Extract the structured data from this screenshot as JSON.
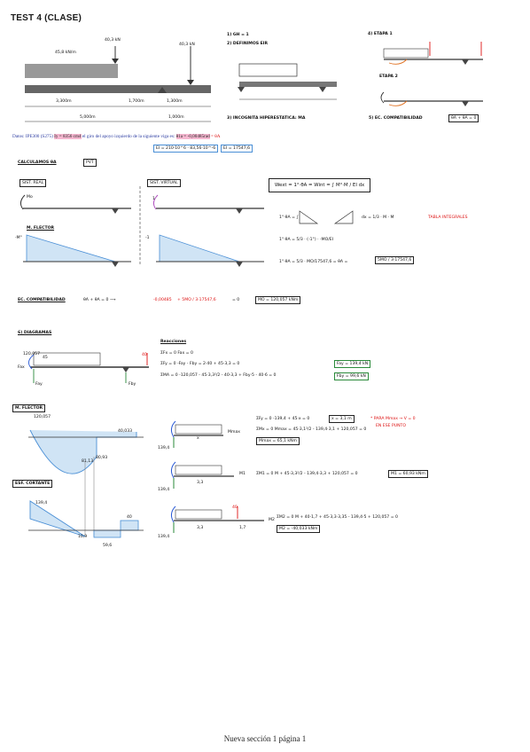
{
  "header": {
    "title": "TEST 4 (CLASE)"
  },
  "beam_top": {
    "load_dist": "45,8 kN/m",
    "load_p1": "40,3 kN",
    "load_p2": "40,3 kN",
    "span_a": "3,300m",
    "span_b": "1,700m",
    "span_c": "1,300m",
    "total": "5,000m",
    "total_b": "1,000m"
  },
  "steps": {
    "s1": "1) GH = 1",
    "s2": "2) DEFINIMOS EIR",
    "s3": "3) INCOGNITA HIPERESTATICA: MA",
    "s4": "4) ETAPA 1",
    "s4b": "ETAPA 2",
    "s5": "5) EC. COMPATIBILIDAD",
    "s5_eq": "θA + θA = 0"
  },
  "datos": {
    "prefix": "Datos: IPE300 (S275)",
    "hl1": "Iy = 8356 cm4",
    "mid": "el giro del apoyo izquierdo de la siguiente viga es:",
    "hl2": "θ1a = -0,00485rad",
    "suffix": "= θA",
    "ei": "EI = 210·10^6 · 83,56·10^-6",
    "ei_val": "EI = 17547,6"
  },
  "calc": {
    "label": "CALCULAMOS θA",
    "pvt": "PVT",
    "sist_real": "SIST. REAL",
    "sist_virtual": "SIST. VIRTUAL",
    "mo": "Mo",
    "one": "1",
    "m_flector": "M. FLECTOR",
    "m_neg": "-M°",
    "one_neg": "-1",
    "wext": "Wext = 1°·θA = Wint = ∫ M°·M / EI dx",
    "eq1": "1°·θA = ∫",
    "eq1b": "dx = 1/3 · M · M",
    "tabla": "TABLA INTEGRALES",
    "eq2": "1°·θA = 5/3 · (-1°) · -MO/EI",
    "eq3": "1°·θA = 5/3 · MO/17547,6 = θA =",
    "eq3_res": "5MO / 3·17547,6"
  },
  "compat": {
    "label": "EC. COMPATIBILIDAD",
    "eq": "θA + θA = 0 ⟶",
    "term1": "-0,00485",
    "term2": "+ 5MO / 3·17547,6",
    "end": "= 0",
    "result": "MO = 120,057 kNm"
  },
  "diagramas": {
    "label": "6) DIAGRAMAS",
    "m0": "120,057",
    "load": "45",
    "p40": "40",
    "fax": "Fax",
    "fay": "Fay",
    "fby": "Fby",
    "reacciones": "Reacciones",
    "r1": "ΣFx = 0      Fax = 0",
    "r2": "ΣFy = 0      -Fay - Fby = 2·40 + 45·3,3 = 0",
    "r3": "ΣMA = 0      -120,057 - 45·3,3²/2 - 40·3,3 + Fby·5 - 40·6 = 0",
    "res1": "Fay = 139,4 kN",
    "res2": "Fby = 99,6 kN"
  },
  "mflector": {
    "label": "M. FLECTOR",
    "v1": "120,057",
    "v2": "40,033",
    "v3": "81,13",
    "v4": "80,93",
    "eq1": "ΣFy = 0   -139,4 + 45·x = 0",
    "eq1_res": "x = 3,1 m",
    "eq2": "ΣMx = 0   Mmax = 45·3,1²/2 - 139,4·3,1 + 120,057 = 0",
    "eq2_res": "Mmax = 65,1 kNm",
    "note": "* PARA Mmax → V = 0",
    "note2": "EN ESE PUNTO",
    "s1_label": "x",
    "s1_mmax": "Mmax",
    "s1_139": "139,4",
    "s2_eq": "ΣM1 = 0   M + 45·3,3²/2 - 139,4·3,3 + 120,057 = 0",
    "s2_res": "M1 = 60,93 kNm",
    "s2_len": "3,3",
    "s2_139": "139,4",
    "s2_m": "M1"
  },
  "cortante": {
    "label": "ESF. CORTANTE",
    "v1": "139,4",
    "v2": "40",
    "v3": "10,9",
    "v4": "59,6",
    "s3_eq": "ΣM2 = 0   M + 40·1,7 + 45·3,3·3,35 - 139,4·5 + 120,057 = 0",
    "s3_res": "M2 = -40,033 kNm",
    "s3_len1": "3,3",
    "s3_len2": "1,7",
    "s3_p": "40",
    "s3_139": "139,4",
    "s3_m": "M2"
  },
  "footer": {
    "text": "Nueva sección 1 página 1"
  }
}
